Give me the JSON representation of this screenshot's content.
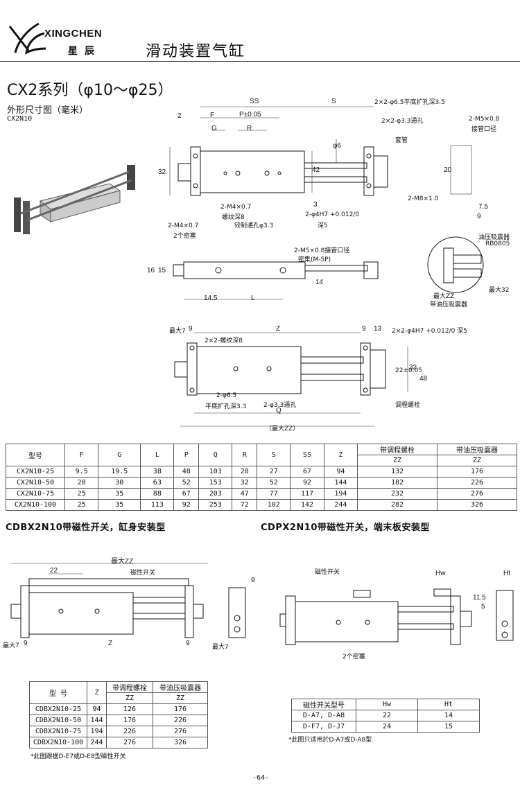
{
  "header": {
    "brand_en": "XINGCHEN",
    "brand_cn": "星辰",
    "title": "滑动装置气缸"
  },
  "series_title": "CX2系列（φ10～φ25）",
  "subtitle": "外形尺寸图（毫米）",
  "model_code": "CX2N10",
  "dims_main": {
    "two": "2",
    "F": "F",
    "P": "P±0.05",
    "G": "G",
    "R": "R",
    "SS": "SS",
    "S": "S",
    "d6": "φ6",
    "v42": "42",
    "v32": "32",
    "v3": "3",
    "c1": "2×2-φ6.5平底扩孔深3.5",
    "c2": "2×2-φ3.3通孔",
    "c3": "套管",
    "c4": "2-M4×0.7",
    "c5": "螺纹深8",
    "c6": "铰制通孔φ3.3",
    "c7": "2-φ4H7 +0.012/0",
    "c8": "深5",
    "c9": "2-M4×0.7",
    "c10": "2个密塞",
    "c11": "2-M8×1.0",
    "c12": "2-M5×0.8",
    "c13": "接管口径",
    "v20": "20",
    "v75": "7.5",
    "v9": "9"
  },
  "dims_side": {
    "d16": "16",
    "d15": "15",
    "v145": "14.5",
    "L": "L",
    "v14": "14",
    "c1": "2-M5×0.8接管口径",
    "c2": "密集(M-5P)"
  },
  "shock": {
    "label": "油压吸震器",
    "model": "RB0805",
    "zz": "最大ZZ",
    "max32": "最大32",
    "with": "带油压吸震器"
  },
  "dims_top": {
    "max7": "最大7",
    "n9a": "9",
    "Z": "Z",
    "n9b": "9",
    "n13": "13",
    "c1": "2×2-φ4H7 +0.012/0 深5",
    "c2": "2×2-螺纹深8",
    "d22": "22±0.05",
    "d32": "32",
    "d48": "48",
    "c3": "2-φ6.5",
    "c4": "平底扩孔深3.3",
    "c5": "2-φ3.3通孔",
    "c6": "调程螺栓",
    "Q": "Q",
    "maxZZ": "（最大ZZ）"
  },
  "main_table": {
    "headers": [
      "型号",
      "F",
      "G",
      "L",
      "P",
      "Q",
      "R",
      "S",
      "SS",
      "Z"
    ],
    "adj_head": "带调程螺栓",
    "shock_head": "带油压吸震器",
    "zz": "ZZ",
    "rows": [
      [
        "CX2N10-25",
        "9.5",
        "19.5",
        "38",
        "48",
        "103",
        "28",
        "27",
        "67",
        "94",
        "132",
        "176"
      ],
      [
        "CX2N10-50",
        "20",
        "30",
        "63",
        "52",
        "153",
        "32",
        "52",
        "92",
        "144",
        "182",
        "226"
      ],
      [
        "CX2N10-75",
        "25",
        "35",
        "88",
        "67",
        "203",
        "47",
        "77",
        "117",
        "194",
        "232",
        "276"
      ],
      [
        "CX2N10-100",
        "25",
        "35",
        "113",
        "92",
        "253",
        "72",
        "102",
        "142",
        "244",
        "282",
        "326"
      ]
    ]
  },
  "cdbx": {
    "title": "CDBX2N10带磁性开关，缸身安装型",
    "maxZZ": "最大ZZ",
    "d22": "22",
    "sw": "磁性开关",
    "d9": "9",
    "max7l": "最大7",
    "n9l": "9",
    "Z": "Z",
    "n9r": "9",
    "max7r": "最大7",
    "table": {
      "h_model": "型 号",
      "h_z": "Z",
      "h_adj": "带调程螺栓",
      "h_shock": "带油压吸震器",
      "zz": "ZZ",
      "rows": [
        [
          "CDBX2N10-25",
          "94",
          "126",
          "176"
        ],
        [
          "CDBX2N10-50",
          "144",
          "176",
          "226"
        ],
        [
          "CDBX2N10-75",
          "194",
          "226",
          "276"
        ],
        [
          "CDBX2N10-100",
          "244",
          "276",
          "326"
        ]
      ]
    },
    "note": "*此图跟据D-E7或D-E8型磁性开关"
  },
  "cdpx": {
    "title": "CDPX2N10带磁性开关，端末板安装型",
    "sw": "磁性开关",
    "Hw": "Hw",
    "Ht": "Ht",
    "v115": "11.5",
    "v5": "5",
    "plugs": "2个密塞",
    "table": {
      "h_model": "磁性开关型号",
      "h_hw": "Hw",
      "h_ht": "Ht",
      "rows": [
        [
          "D-A7, D-A8",
          "22",
          "14"
        ],
        [
          "D-F7, D-J7",
          "24",
          "15"
        ]
      ]
    },
    "note": "*此图只适用於D-A7或D-A8型"
  },
  "page_number": "-64-"
}
